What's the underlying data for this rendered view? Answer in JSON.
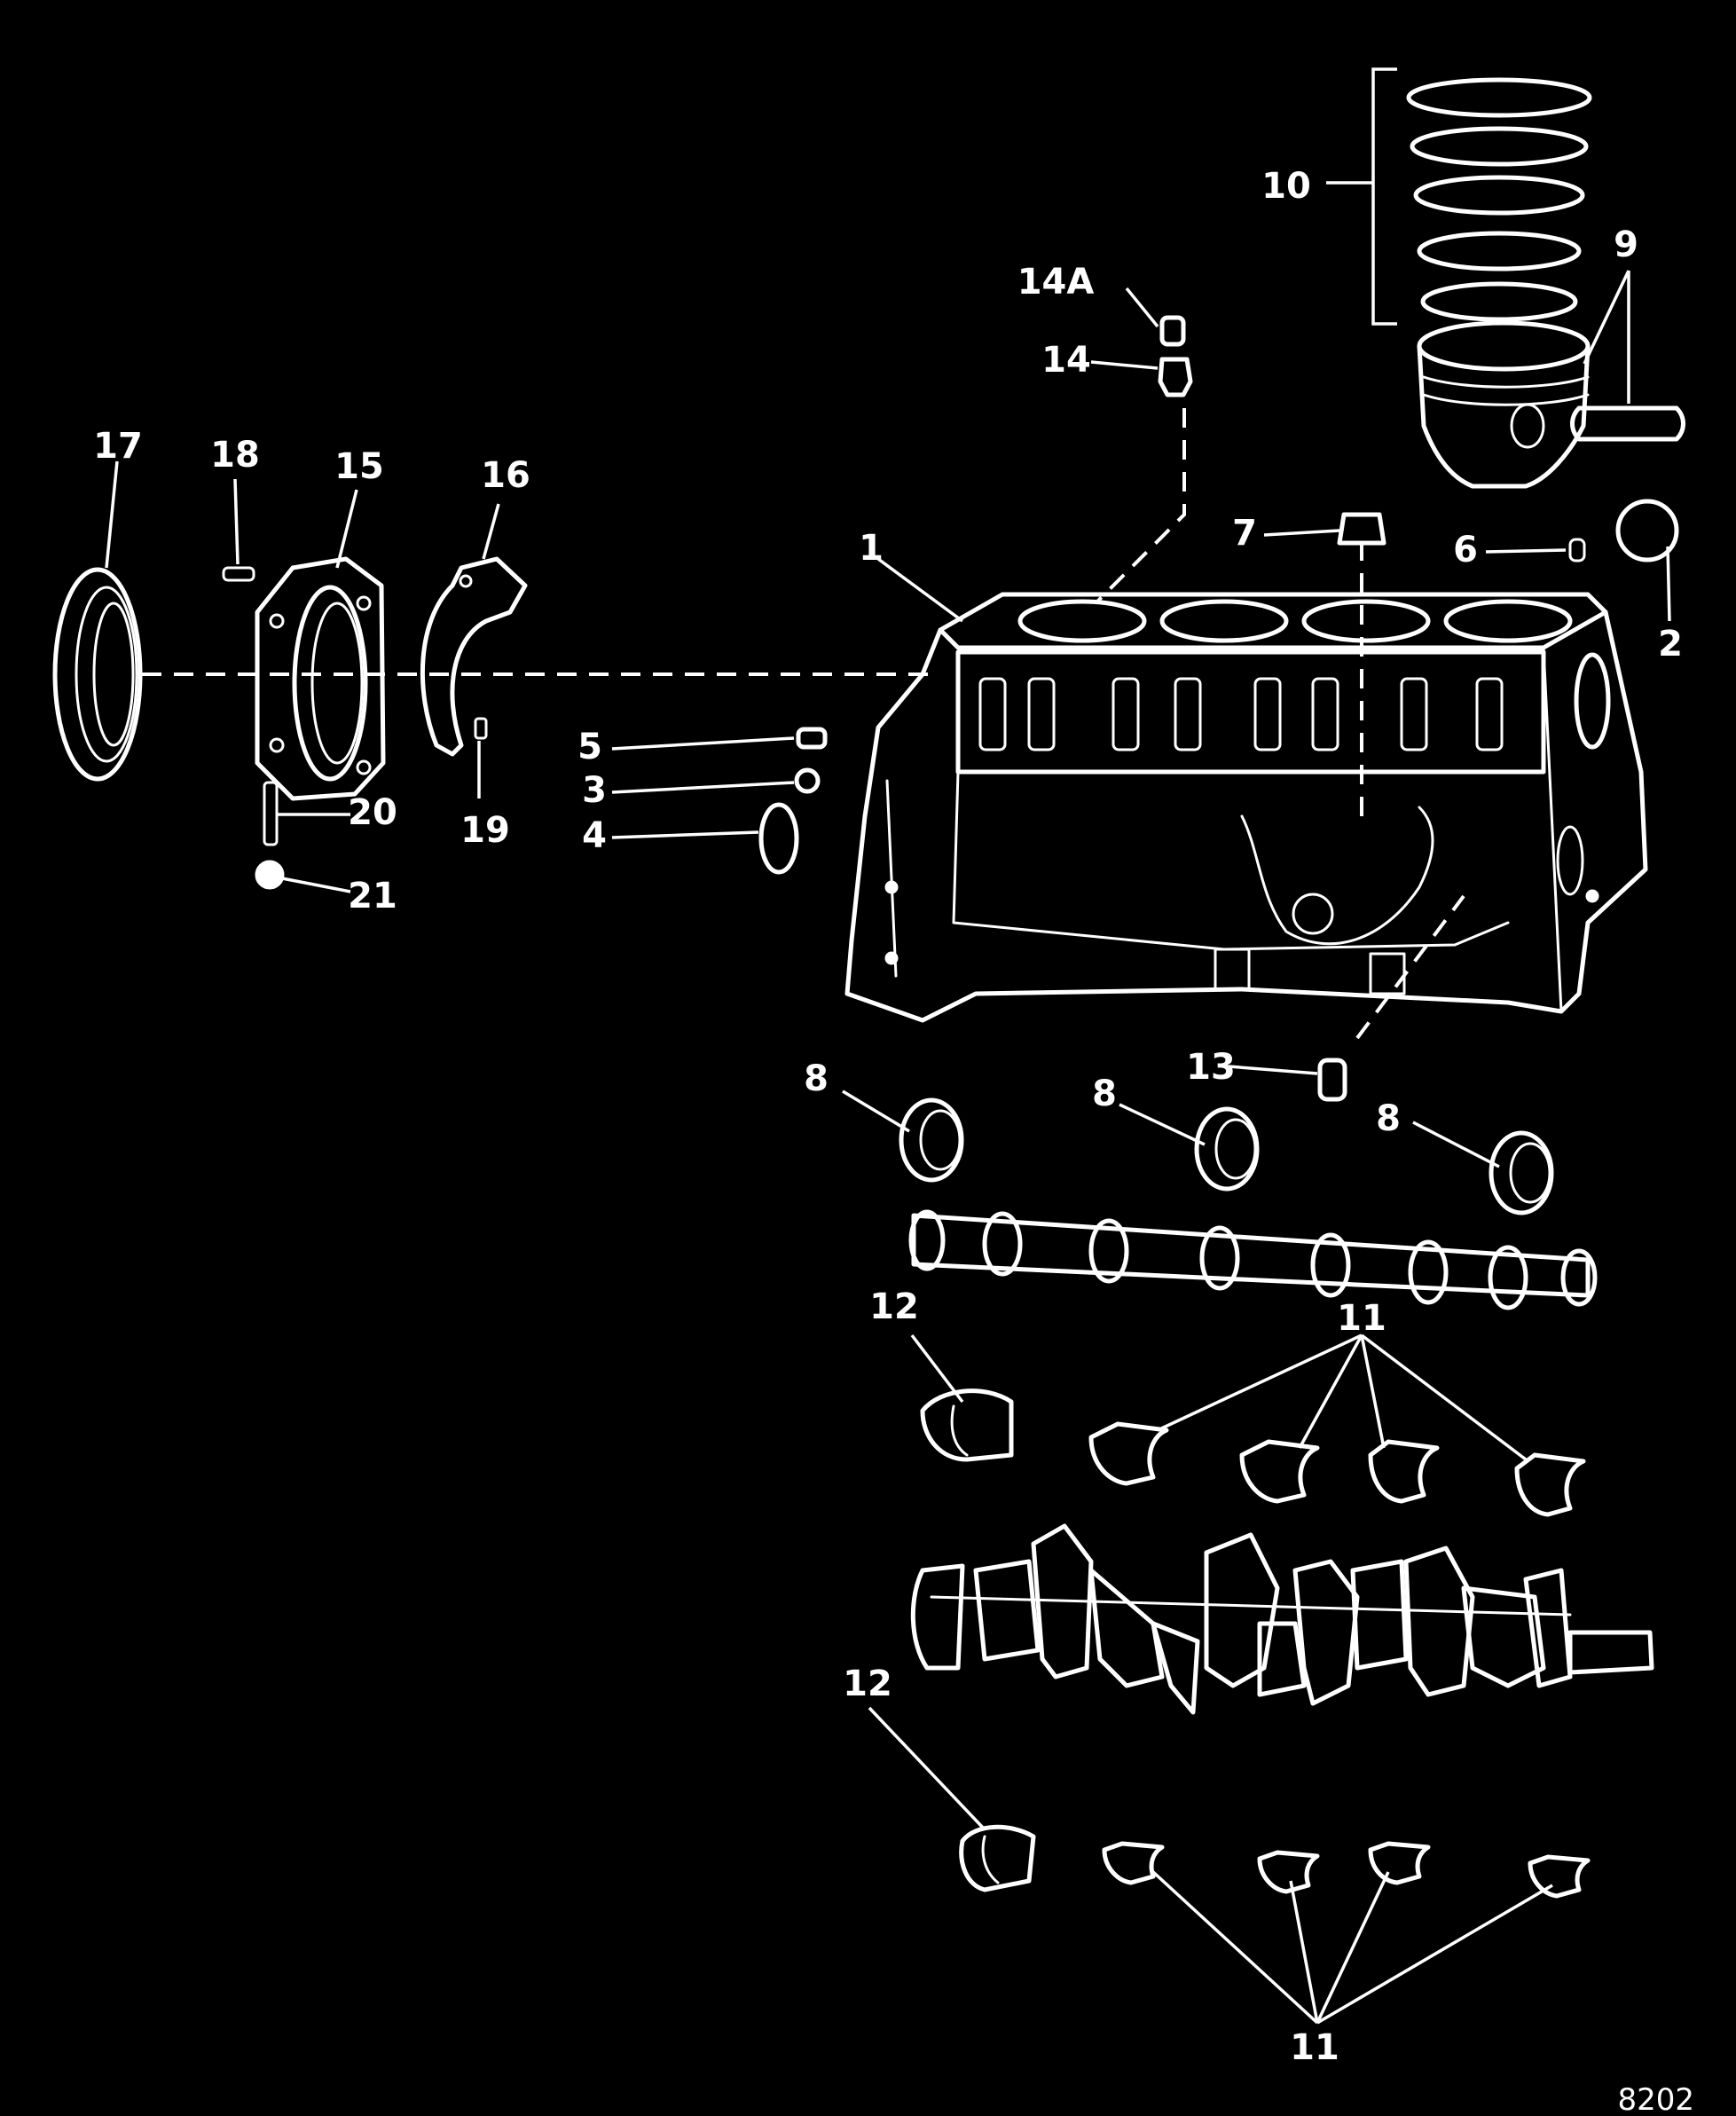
{
  "diagram": {
    "background": "#000000",
    "ink": "#ffffff",
    "figure_number": "8202",
    "callouts": {
      "c1": "1",
      "c2": "2",
      "c3": "3",
      "c4": "4",
      "c5": "5",
      "c6": "6",
      "c7": "7",
      "c8a": "8",
      "c8b": "8",
      "c8c": "8",
      "c9": "9",
      "c10": "10",
      "c11_top": "11",
      "c11_bottom": "11",
      "c12_top": "12",
      "c12_bottom": "12",
      "c13": "13",
      "c14": "14",
      "c14a": "14A",
      "c15": "15",
      "c16": "16",
      "c17": "17",
      "c18": "18",
      "c19": "19",
      "c20": "20",
      "c21": "21"
    }
  }
}
